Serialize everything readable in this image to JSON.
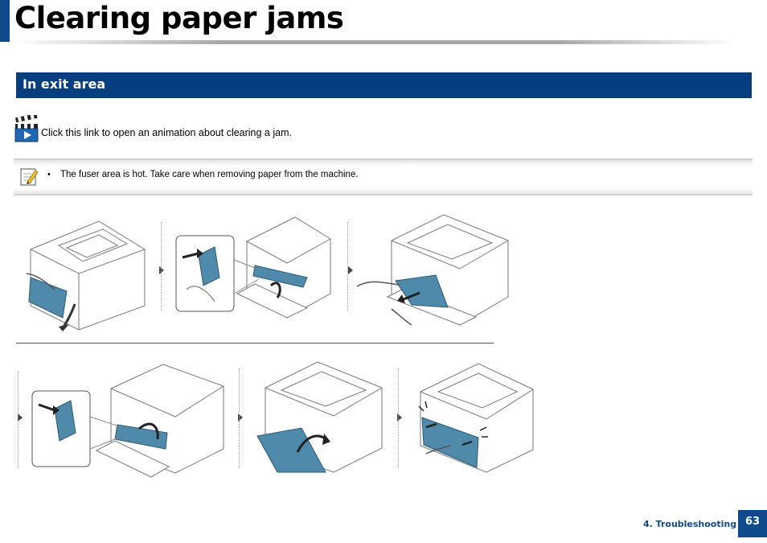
{
  "page": {
    "title": "Clearing paper jams",
    "section_title": "In exit area"
  },
  "animation": {
    "icon": "video-clapper-icon",
    "link_text": "Click this link to open an animation about clearing a jam."
  },
  "note": {
    "icon": "note-pencil-icon",
    "bullet": "•",
    "text": "The fuser area is hot. Take care when removing paper from the machine."
  },
  "footer": {
    "chapter": "4. Troubleshooting",
    "page_number": "63"
  },
  "colors": {
    "brand_blue": "#0f4a8a",
    "section_blue": "#063e7e",
    "illustration_teal": "#4f8aaa"
  }
}
